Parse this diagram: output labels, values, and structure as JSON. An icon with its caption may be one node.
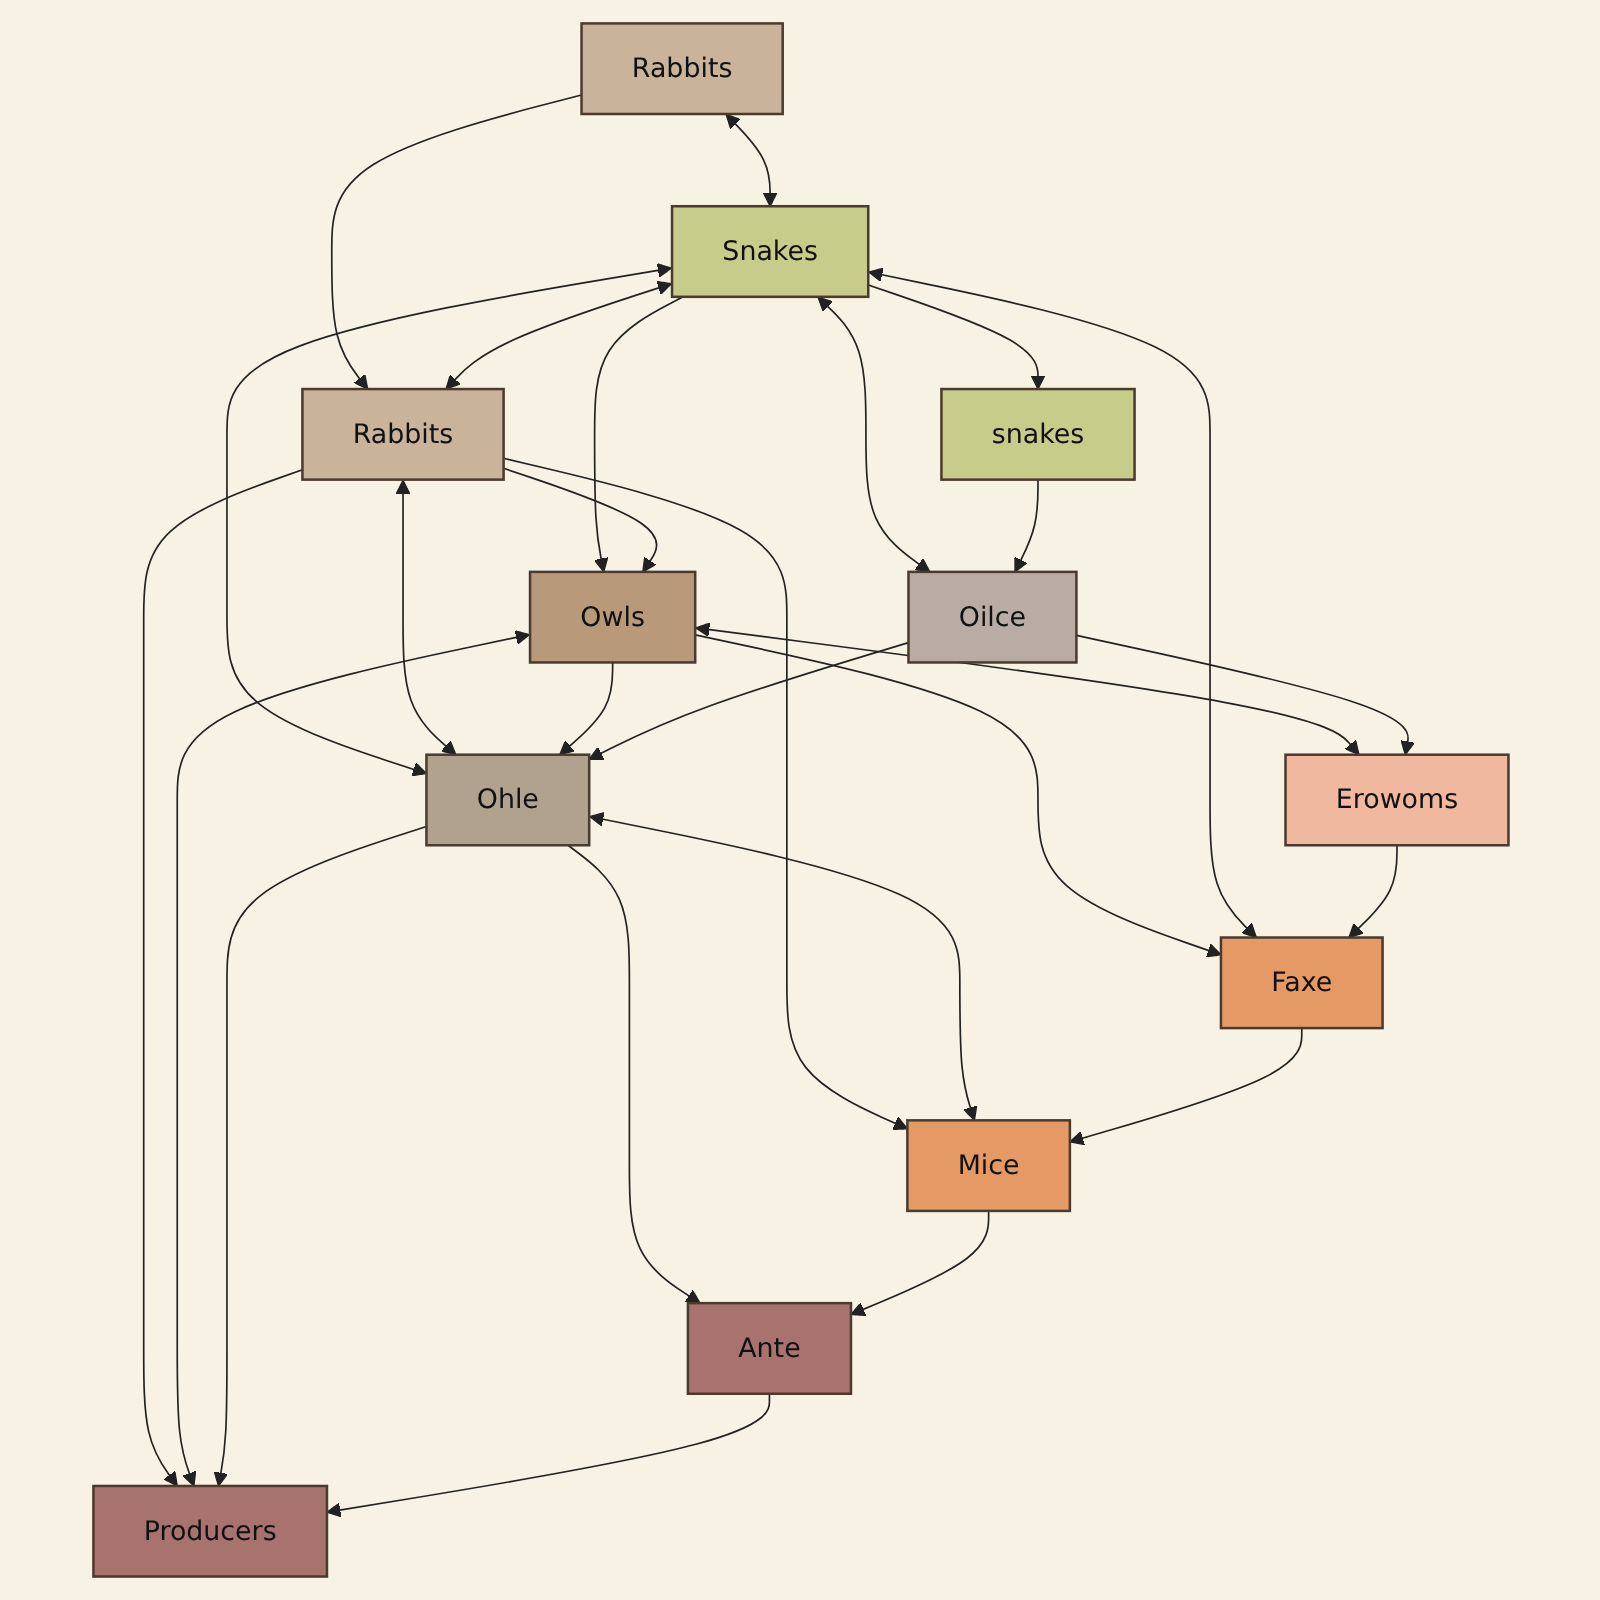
{
  "diagram": {
    "nodes": [
      {
        "text": [
          "Rabbits"
        ]
      },
      {
        "text": [
          "Snakes"
        ]
      },
      {
        "text": [
          "Rabbits"
        ]
      },
      {
        "text": [
          "Owls"
        ]
      },
      {
        "text": [
          "snakes"
        ]
      },
      {
        "text": [
          "Oilce"
        ]
      },
      {
        "text": [
          "Ohle"
        ]
      },
      {
        "text": [
          "Erowoms"
        ]
      },
      {
        "text": [
          "Producers"
        ]
      },
      {
        "text": [
          "Ante"
        ]
      },
      {
        "text": [
          "Mice"
        ]
      },
      {
        "text": [
          "Faxe"
        ]
      }
    ],
    "edges": [
      {
        "from": 0,
        "to": 1,
        "arrow": "both"
      },
      {
        "from": 0,
        "to": 2,
        "arrow": "to"
      },
      {
        "from": 1,
        "to": 2,
        "arrow": "both"
      },
      {
        "from": 1,
        "to": 3,
        "arrow": "to"
      },
      {
        "from": 1,
        "to": 6,
        "arrow": "both"
      },
      {
        "from": 2,
        "to": 3,
        "arrow": "to"
      },
      {
        "from": 2,
        "to": 10,
        "arrow": "to"
      },
      {
        "from": 3,
        "to": 11,
        "arrow": "to"
      },
      {
        "from": 3,
        "to": 7,
        "arrow": "both"
      },
      {
        "from": 2,
        "to": 8,
        "arrow": "to"
      },
      {
        "from": 2,
        "to": 6,
        "arrow": "both"
      },
      {
        "from": 3,
        "to": 8,
        "arrow": "both"
      },
      {
        "from": 3,
        "to": 6,
        "arrow": "to"
      },
      {
        "from": 5,
        "to": 6,
        "arrow": "to"
      },
      {
        "from": 6,
        "to": 10,
        "arrow": "both"
      },
      {
        "from": 6,
        "to": 8,
        "arrow": "to"
      },
      {
        "from": 6,
        "to": 9,
        "arrow": "to"
      },
      {
        "from": 9,
        "to": 8,
        "arrow": "to"
      },
      {
        "from": 10,
        "to": 9,
        "arrow": "to"
      },
      {
        "from": 11,
        "to": 10,
        "arrow": "to"
      },
      {
        "from": 1,
        "to": 11,
        "arrow": "both"
      },
      {
        "from": 1,
        "to": 5,
        "arrow": "both"
      },
      {
        "from": 1,
        "to": 4,
        "arrow": "to"
      },
      {
        "from": 4,
        "to": 5,
        "arrow": "to"
      },
      {
        "from": 5,
        "to": 7,
        "arrow": "to"
      },
      {
        "from": 7,
        "to": 11,
        "arrow": "to"
      }
    ]
  }
}
